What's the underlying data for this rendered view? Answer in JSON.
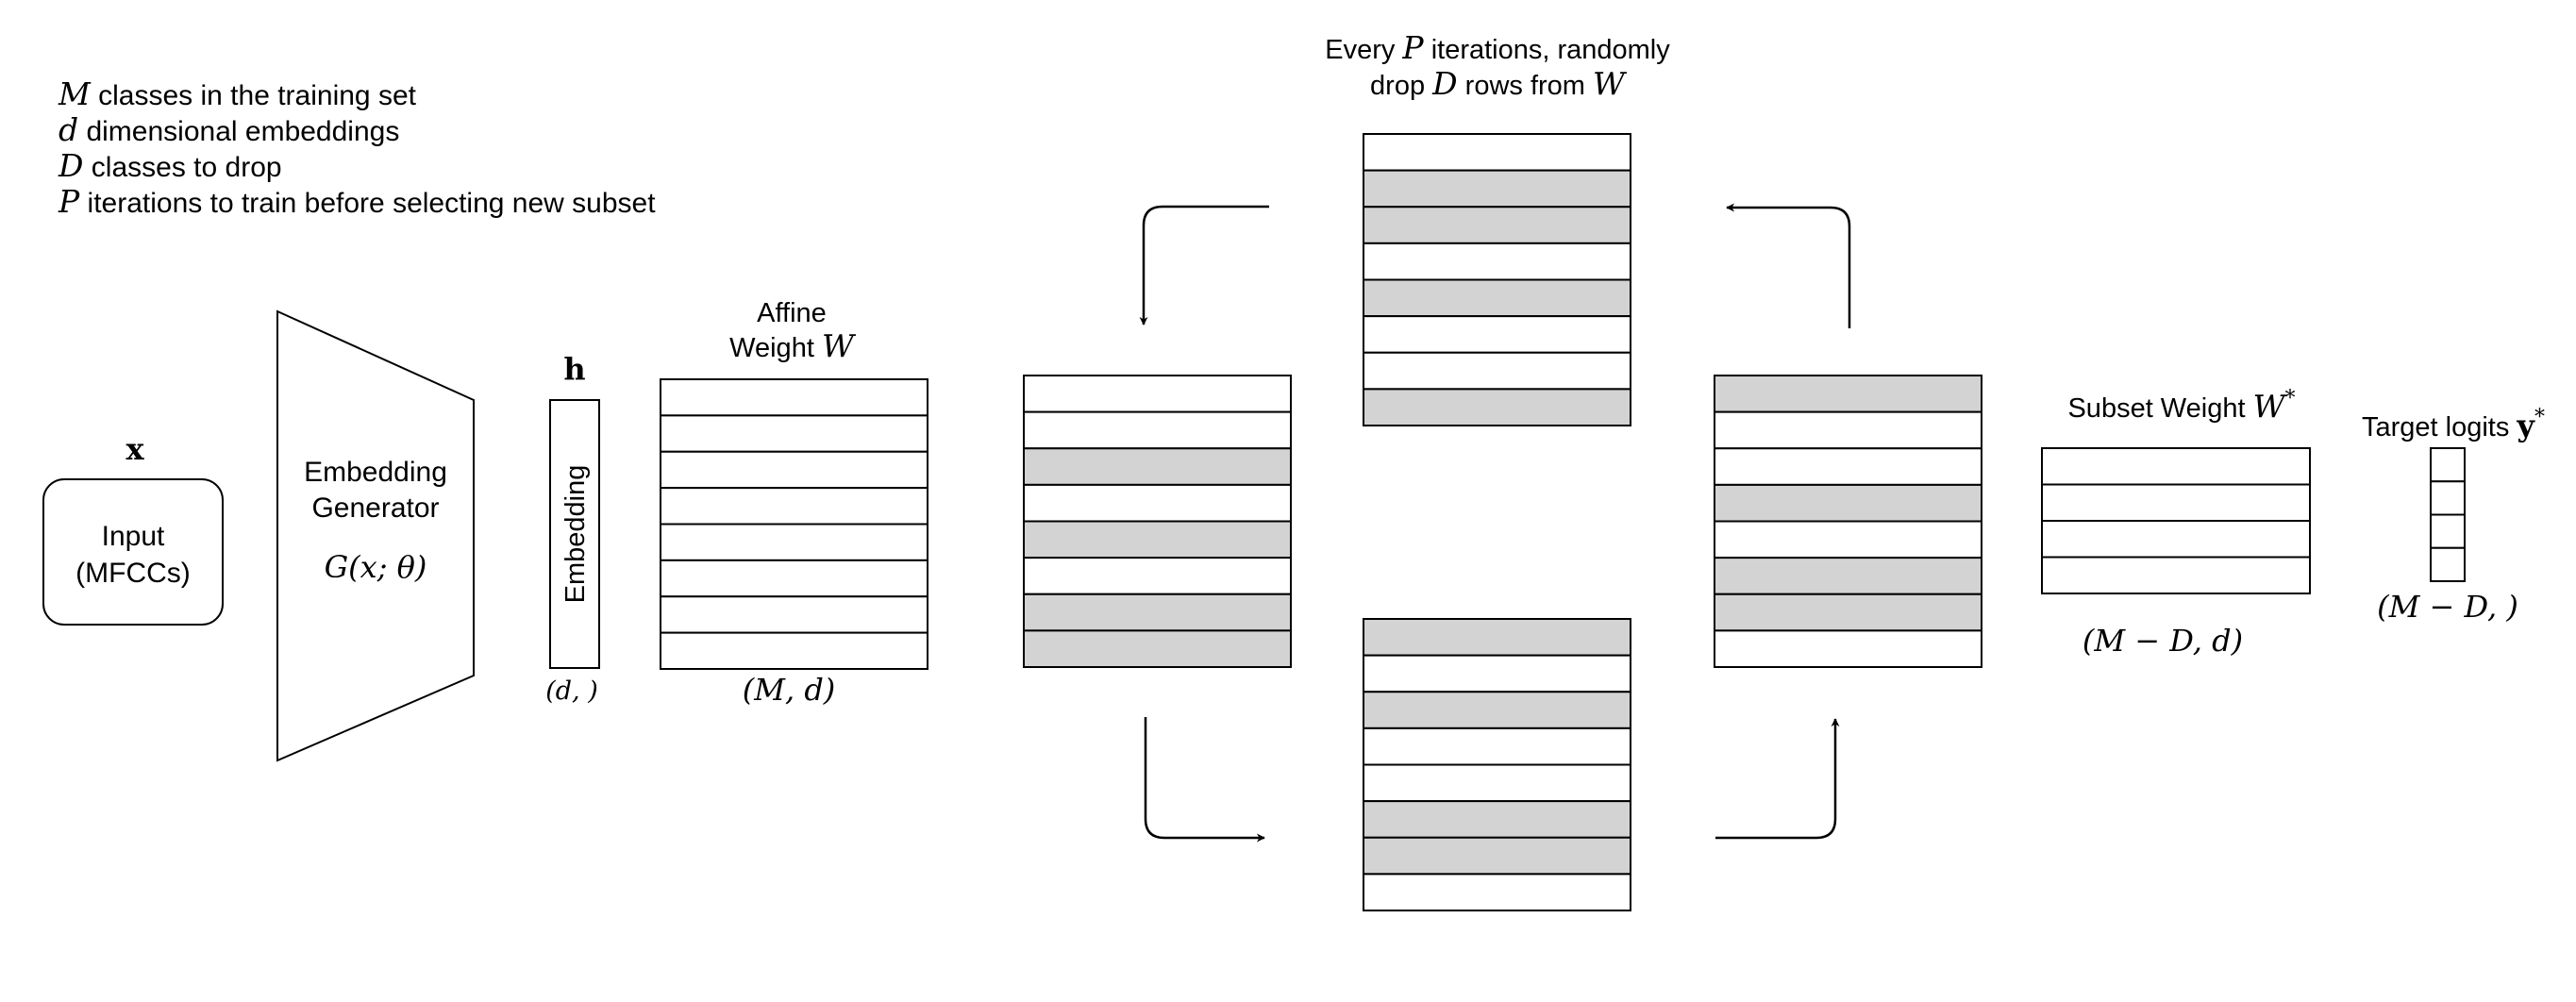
{
  "legend": [
    {
      "var": "M",
      "text": " classes in the training set"
    },
    {
      "var": "d",
      "text": " dimensional embeddings"
    },
    {
      "var": "D",
      "text": " classes to drop"
    },
    {
      "var": "P",
      "text": " iterations to train before selecting new subset"
    }
  ],
  "input": {
    "symbol": "x",
    "line1": "Input",
    "line2": "(MFCCs)"
  },
  "generator": {
    "line1": "Embedding",
    "line2": "Generator",
    "formula": "G(x; θ)"
  },
  "embedding": {
    "symbol": "h",
    "label": "Embedding",
    "shape": "(d, )"
  },
  "affine": {
    "line1": "Affine",
    "line2_prefix": "Weight ",
    "line2_var": "W",
    "shape": "(M, d)"
  },
  "drop_note": {
    "line1_prefix": "Every ",
    "line1_var": "P",
    "line1_suffix": " iterations, randomly",
    "line2_prefix": "drop ",
    "line2_var": "D",
    "line2_mid": " rows from ",
    "line2_var2": "W"
  },
  "subset": {
    "label_prefix": "Subset Weight ",
    "label_var": "W",
    "label_sup": "*",
    "shape": "(M − D, d)"
  },
  "target": {
    "label_prefix": "Target logits ",
    "label_var": "y",
    "label_sup": "*",
    "shape": "(M − D, )"
  },
  "matrix_rows": {
    "affine": [
      0,
      0,
      0,
      0,
      0,
      0,
      0,
      0
    ],
    "cycle_left": [
      0,
      0,
      1,
      0,
      1,
      0,
      1,
      1
    ],
    "cycle_top": [
      0,
      1,
      1,
      0,
      1,
      0,
      0,
      1
    ],
    "cycle_bottom": [
      1,
      0,
      1,
      0,
      0,
      1,
      1,
      0
    ],
    "cycle_right": [
      1,
      0,
      0,
      1,
      0,
      1,
      1,
      0
    ],
    "subset": [
      0,
      0,
      0,
      0
    ],
    "target": [
      0,
      0,
      0,
      0
    ]
  },
  "colors": {
    "line": "#000000",
    "dropped_row": "#d3d3d3",
    "kept_row": "#ffffff"
  }
}
